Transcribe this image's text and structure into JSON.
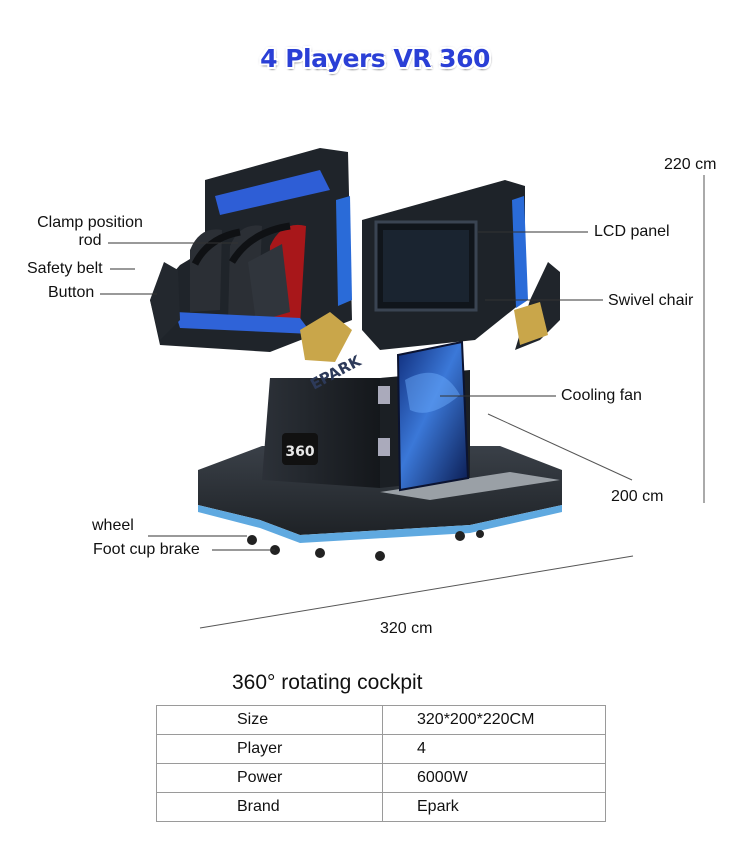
{
  "title": "4 Players VR 360",
  "logo_text": "EPARK",
  "badge_text": "360",
  "dimensions": {
    "height": "220 cm",
    "depth": "200 cm",
    "width": "320 cm"
  },
  "callouts": {
    "clamp_line1": "Clamp position",
    "clamp_line2": "rod",
    "safety_belt": "Safety belt",
    "button": "Button",
    "lcd_panel": "LCD panel",
    "swivel_chair": "Swivel chair",
    "cooling_fan": "Cooling fan",
    "wheel": "wheel",
    "foot_cup_brake": "Foot cup brake"
  },
  "caption": "360° rotating cockpit",
  "specs": [
    {
      "key": "Size",
      "value": "320*200*220CM"
    },
    {
      "key": "Player",
      "value": "4"
    },
    {
      "key": "Power",
      "value": "6000W"
    },
    {
      "key": "Brand",
      "value": "Epark"
    }
  ]
}
